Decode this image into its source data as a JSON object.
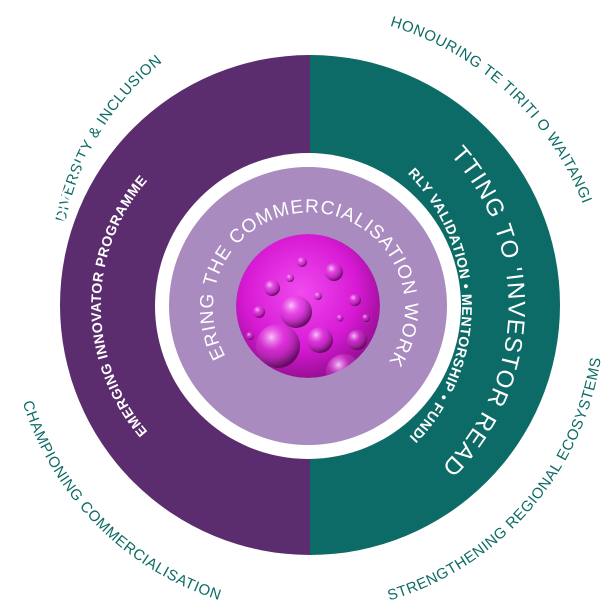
{
  "colors": {
    "purple": "#5b2d6f",
    "teal": "#0c6b66",
    "inner_lilac": "#a98bc0",
    "white_ring": "#ffffff",
    "magenta": "#d71ad4",
    "magenta_dark": "#8a0c86",
    "outer_label": "#0c6b66"
  },
  "outer_labels": {
    "top_left": "DIVERSITY & INCLUSION",
    "top_right": "HONOURING TE TIRITI O WAITANGI",
    "bottom_left": "CHAMPIONING COMMERCIALISATION",
    "bottom_right": "STRENGTHENING REGIONAL ECOSYSTEMS"
  },
  "left_half": {
    "title": "EMPOWERING RESEARCHERS",
    "subtitle": "EMERGING INNOVATOR PROGRAMME"
  },
  "right_half": {
    "title": "GETTING TO 'INVESTOR READY'",
    "subtitle": "EARLY VALIDATION • MENTORSHIP • FUNDING"
  },
  "center": {
    "title": "EMPOWERING THE COMMERCIALISATION WORKFORCE",
    "image": "magenta-bubbles-image"
  }
}
